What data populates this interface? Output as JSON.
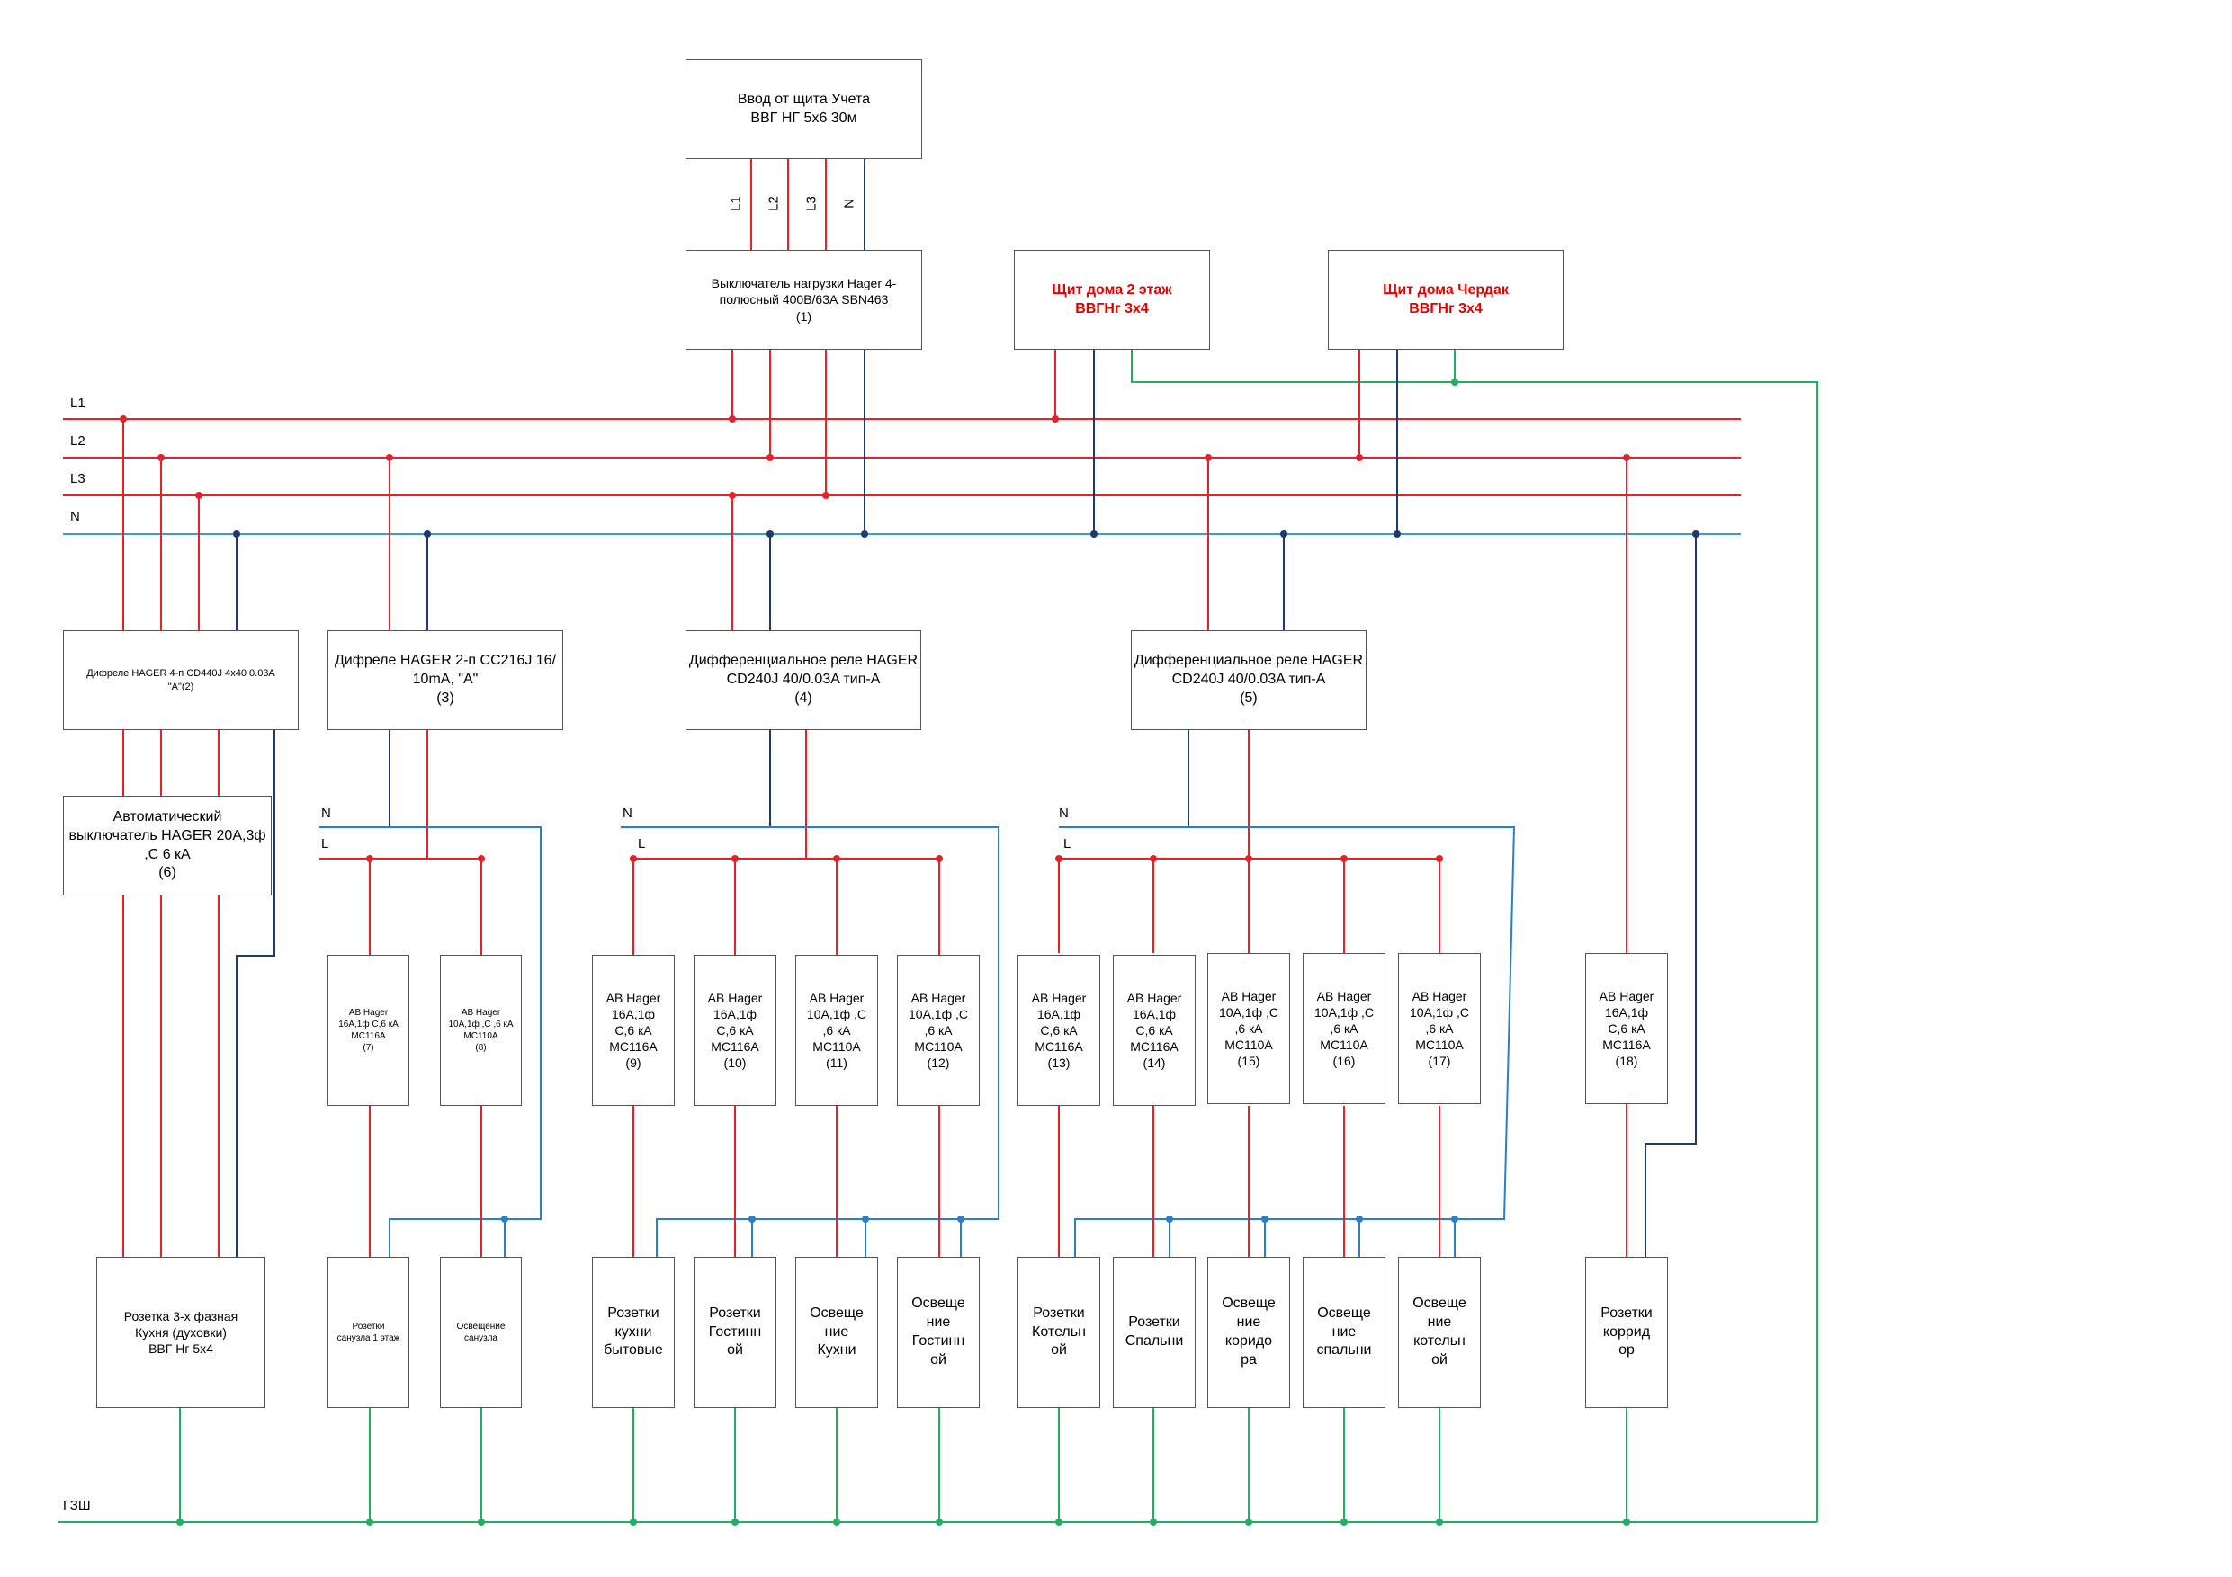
{
  "colors": {
    "phase": "#e8202a",
    "neutral": "#1f3a6e",
    "neutral_light": "#2a7fc8",
    "ground": "#22b060",
    "bus_n": "#3aa0c0",
    "box_border": "#555555"
  },
  "bus_labels": {
    "l1": "L1",
    "l2": "L2",
    "l3": "L3",
    "n": "N",
    "gzsh": "ГЗШ"
  },
  "input_box": {
    "text": "Ввод от щита Учета\nВВГ НГ 5х6 30м",
    "wires": [
      "L1",
      "L2",
      "L3",
      "N"
    ]
  },
  "main_switch": {
    "text": "Выключатель нагрузки Hager 4-\nполюсный 400В/63А SBN463\n(1)"
  },
  "panel_2floor": {
    "text": "Щит дома 2 этаж\nВВГНг 3х4"
  },
  "panel_attic": {
    "text": "Щит дома Чердак\nВВГНг 3х4"
  },
  "rcd2": {
    "text": "Дифреле HAGER 4-п CD440J 4х40 0.03А\n\"А\"(2)"
  },
  "rcd3": {
    "text": "Дифреле HAGER 2-п CC216J 16/\n10mA, \"А\"\n(3)"
  },
  "rcd4": {
    "text": "Дифференциальное реле HAGER\nCD240J 40/0.03A тип-А\n(4)"
  },
  "rcd5": {
    "text": "Дифференциальное реле HAGER\nCD240J 40/0.03A тип-А\n(5)"
  },
  "breaker6": {
    "text": "Автоматический\nвыключатель HAGER 20А,3ф\n,С 6 кА\n(6)"
  },
  "sub_labels": {
    "n": "N",
    "l": "L"
  },
  "breakers": [
    {
      "text": "АВ Hager\n16А,1ф С,6 кА\nMC116A\n(7)"
    },
    {
      "text": "АВ Hager\n10А,1ф ,С ,6 кА\nMC110A\n(8)"
    },
    {
      "text": "АВ Hager\n16А,1ф\nС,6 кА\nMC116A\n(9)"
    },
    {
      "text": "АВ Hager\n16А,1ф\nС,6 кА\nMC116A\n(10)"
    },
    {
      "text": "АВ Hager\n10А,1ф ,С\n,6 кА\nMC110A\n(11)"
    },
    {
      "text": "АВ Hager\n10А,1ф ,С\n,6 кА\nMC110A\n(12)"
    },
    {
      "text": "АВ Hager\n16А,1ф\nС,6 кА\nMC116A\n(13)"
    },
    {
      "text": "АВ Hager\n16А,1ф\nС,6 кА\nMC116A\n(14)"
    },
    {
      "text": "АВ Hager\n10А,1ф ,С\n,6 кА\nMC110A\n(15)"
    },
    {
      "text": "АВ Hager\n10А,1ф ,С\n,6 кА\nMC110A\n(16)"
    },
    {
      "text": "АВ Hager\n10А,1ф ,С\n,6 кА\nMC110A\n(17)"
    },
    {
      "text": "АВ Hager\n16А,1ф\nС,6 кА\nMC116A\n(18)"
    }
  ],
  "loads": [
    {
      "text": "Розетка 3-х фазная\nКухня (духовки)\nВВГ Нг 5х4"
    },
    {
      "text": "Розетки\nсанузла 1 этаж"
    },
    {
      "text": "Освещение\nсанузла"
    },
    {
      "text": "Розетки\nкухни\nбытовые"
    },
    {
      "text": "Розетки\nГостинн\nой"
    },
    {
      "text": "Освеще\nние\nКухни"
    },
    {
      "text": "Освеще\nние\nГостинн\nой"
    },
    {
      "text": "Розетки\nКотельн\nой"
    },
    {
      "text": "Розетки\nСпальни"
    },
    {
      "text": "Освеще\nние\nкоридо\nра"
    },
    {
      "text": "Освеще\nние\nспальни"
    },
    {
      "text": "Освеще\nние\nкотельн\nой"
    },
    {
      "text": "Розетки\nкоррид\nор"
    }
  ]
}
